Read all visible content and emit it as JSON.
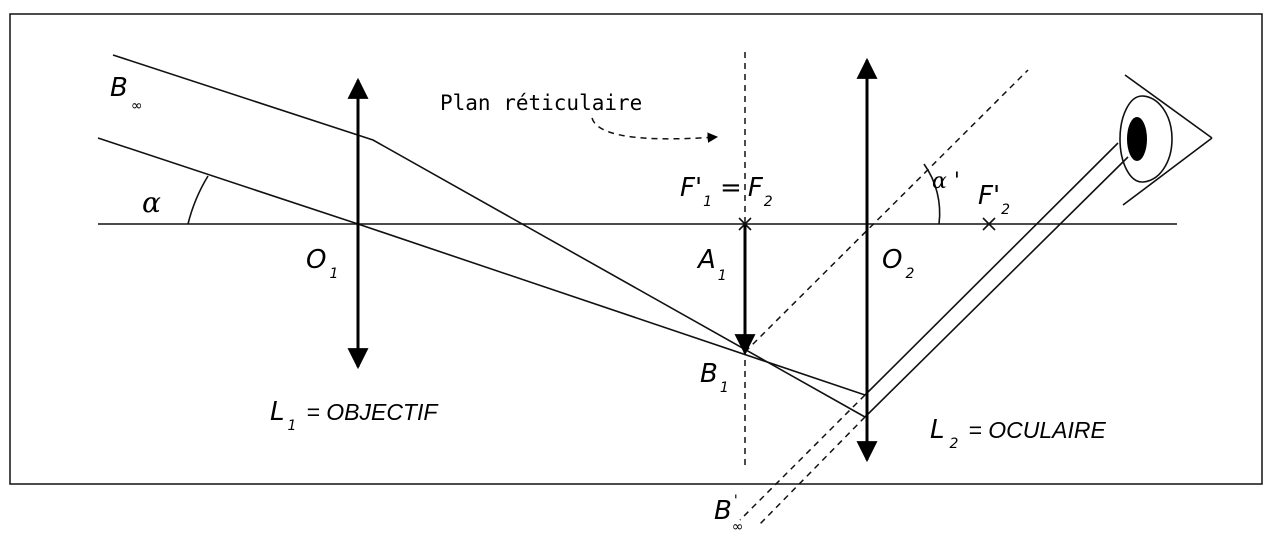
{
  "labels": {
    "b_inf": {
      "main": "B",
      "sub": "∞"
    },
    "alpha": "α",
    "o1": {
      "main": "O",
      "sub": "1"
    },
    "l1": {
      "main": "L",
      "sub": "1",
      "rest": "=  OBJECTIF"
    },
    "plan": "Plan réticulaire",
    "f1p": {
      "main": "F'",
      "sub": "1"
    },
    "equals": "=",
    "f2": {
      "main": "F",
      "sub": "2"
    },
    "a1": {
      "main": "A",
      "sub": "1"
    },
    "b1": {
      "main": "B",
      "sub": "1"
    },
    "alpha_p": "α '",
    "f2p": {
      "main": "F'",
      "sub": "2"
    },
    "o2": {
      "main": "O",
      "sub": "2"
    },
    "l2": {
      "main": "L",
      "sub": "2",
      "rest": "= OCULAIRE"
    },
    "b_inf_p": {
      "main": "B",
      "prime": "'",
      "sub": "∞"
    }
  }
}
